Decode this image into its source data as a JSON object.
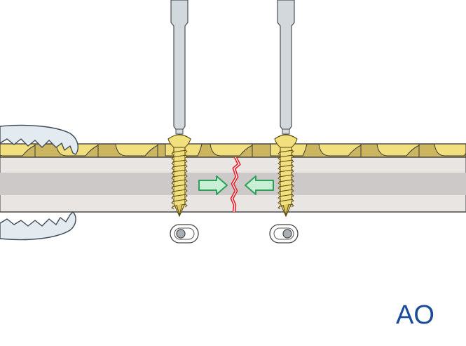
{
  "figure": {
    "description": "Compression plating: two screws inserted through a plate with bone-holding forceps clamping; arrows indicate compression across the fracture line",
    "logo_text": "AO",
    "colors": {
      "plate_light": "#f2df7e",
      "plate_dark": "#cbb55e",
      "bone_cortex": "#e9e5e3",
      "bone_medulla": "#cdc9c8",
      "fracture": "#e8202a",
      "arrow_fill": "#c8eed4",
      "arrow_stroke": "#2f9e5a",
      "screwdriver": "#d3d8dc",
      "forceps": "#e4ebf0",
      "logo": "#1b4b9b",
      "outline": "#3a3a3a"
    }
  },
  "elements": {
    "screwdrivers": [
      "left-screwdriver",
      "right-screwdriver"
    ],
    "screws": [
      "left-screw",
      "right-screw"
    ],
    "arrows": [
      {
        "direction": "right"
      },
      {
        "direction": "left"
      }
    ],
    "holes": [
      {
        "position": "left"
      },
      {
        "position": "right"
      }
    ]
  }
}
